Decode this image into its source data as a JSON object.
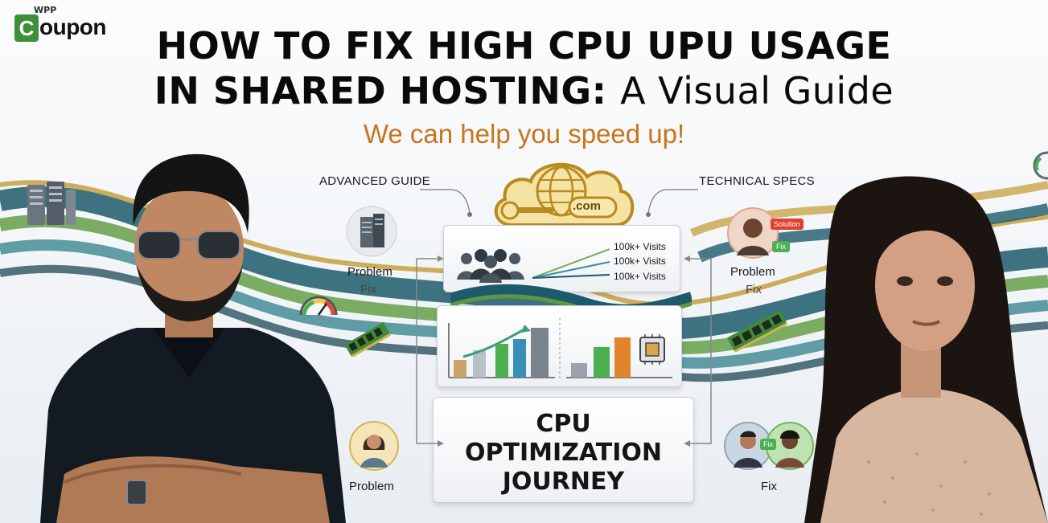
{
  "logo": {
    "small": "WPP",
    "letter": "C",
    "word": "oupon"
  },
  "title": {
    "line1": "HOW TO FIX HIGH CPU UPU USAGE",
    "line2_bold": "IN SHARED HOSTING:",
    "line2_light": "A Visual Guide"
  },
  "subtitle": "We can help you speed up!",
  "labels": {
    "advanced_guide": "ADVANCED GUIDE",
    "technical_specs": "TECHNICAL SPECS",
    "left_problem": "Problem",
    "left_fix": "Fix",
    "right_problem": "Problem",
    "right_fix": "Fix",
    "bottom_left_problem": "Problem",
    "bottom_right_fix": "Fix",
    "badge_fix_small": "Fix",
    "badge_solution": "Solution",
    "badge_fix_green": "Fix"
  },
  "domain_badge": ".com",
  "visits": [
    "100k+ Visits",
    "100k+ Visits",
    "100k+ Visits"
  ],
  "journey": [
    "CPU",
    "OPTIMIZATION",
    "JOURNEY"
  ],
  "colors": {
    "accent_orange": "#c8741c",
    "brand_green": "#3f8f3a",
    "wave_teal": "#1d5a6b",
    "wave_green": "#5d9a3f",
    "wave_gold": "#c9a54a"
  }
}
